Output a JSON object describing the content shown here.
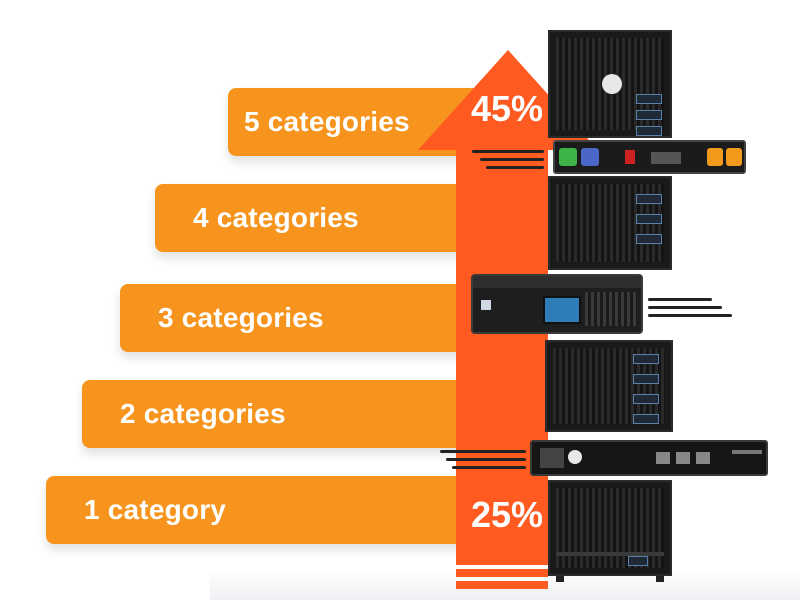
{
  "tiers": [
    {
      "label": "5 categories"
    },
    {
      "label": "4 categories"
    },
    {
      "label": "3 categories"
    },
    {
      "label": "2 categories"
    },
    {
      "label": "1 category"
    }
  ],
  "arrow": {
    "top_value": "45%",
    "bottom_value": "25%",
    "top_fraction": 0.45,
    "bottom_fraction": 0.25
  },
  "equipment": {
    "pdu_icon": "rack-pdu-icon",
    "ups_icon": "ups-icon",
    "console_server_icon": "console-server-icon",
    "rack_icon": "server-rack-icon"
  },
  "colors": {
    "bar": "#f7941d",
    "arrow": "#ff5a1f",
    "text": "#ffffff"
  }
}
